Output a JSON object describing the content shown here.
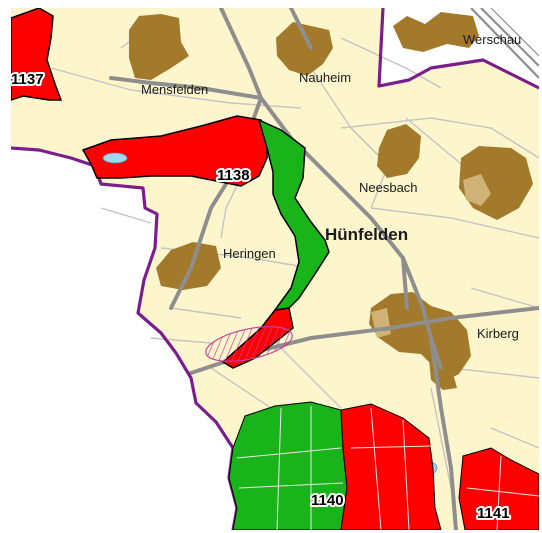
{
  "map": {
    "colors": {
      "background": "#fdf6cc",
      "outside": "#ffffff",
      "settlement": "#a37a2c",
      "settlement_light": "#d0b276",
      "road_major": "#8e8e8e",
      "road_minor": "#c4c4c4",
      "boundary": "#7a1e8c",
      "red_zone": "#ff0000",
      "green_zone": "#19b31a",
      "water": "#a7d7ef",
      "hatch": "#c8419a"
    },
    "places": {
      "mensfelden": "Mensfelden",
      "nauheim": "Nauheim",
      "werschau": "Werschau",
      "neesbach": "Neesbach",
      "heringen": "Heringen",
      "kirberg": "Kirberg"
    },
    "municipality": "Hünfelden",
    "zones": {
      "z1137": "1137",
      "z1138": "1138",
      "z1140": "1140",
      "z1141": "1141"
    }
  }
}
